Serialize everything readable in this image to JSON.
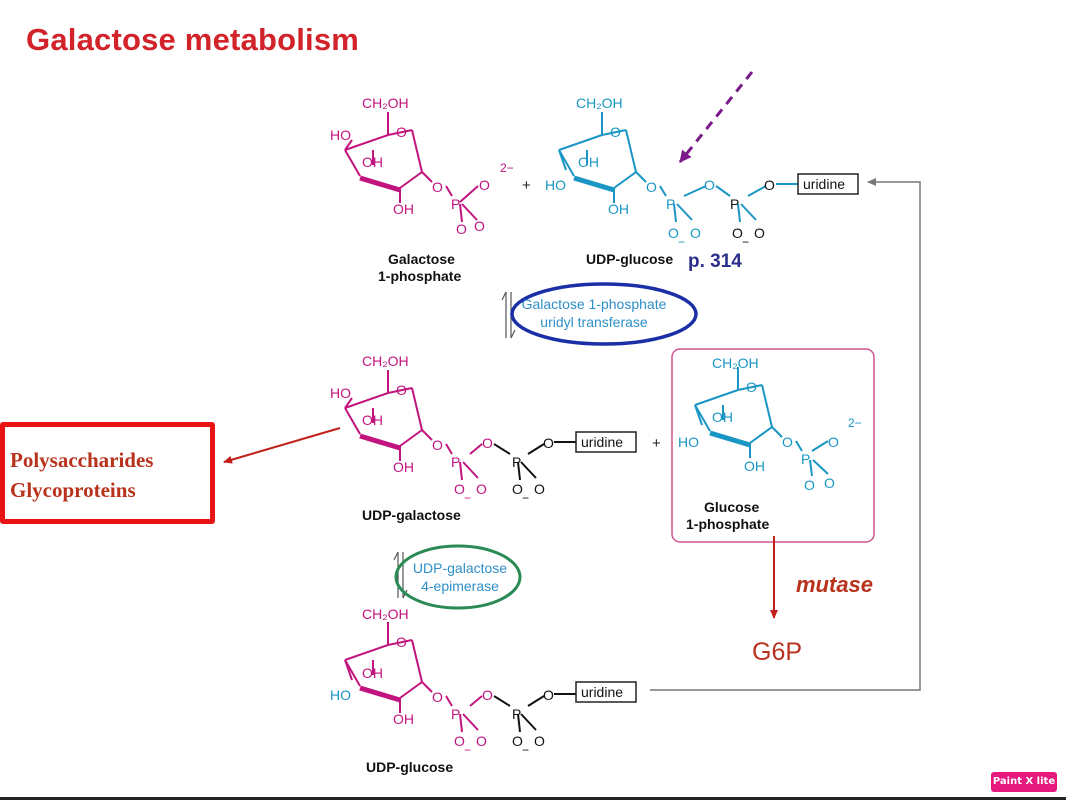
{
  "title": "Galactose metabolism",
  "page_ref": "p. 314",
  "molecules": {
    "galactose_1p": {
      "name_line1": "Galactose",
      "name_line2": "1-phosphate"
    },
    "udp_glucose_top": {
      "name": "UDP-glucose"
    },
    "udp_galactose": {
      "name": "UDP-galactose"
    },
    "glucose_1p": {
      "name_line1": "Glucose",
      "name_line2": "1-phosphate"
    },
    "udp_glucose_bottom": {
      "name": "UDP-glucose"
    }
  },
  "groups": {
    "ch2oh": "CH₂OH",
    "ho": "HO",
    "oh": "OH",
    "ring_o": "O",
    "p": "P",
    "o": "O",
    "o_minus": "O⁻",
    "minus": "−",
    "charge_2minus": "2−",
    "plus": "+",
    "uridine": "uridine"
  },
  "enzymes": {
    "transferase_line1": "Galactose 1-phosphate",
    "transferase_line2": "uridyl transferase",
    "epimerase_line1": "UDP-galactose",
    "epimerase_line2": "4-epimerase"
  },
  "side_products": {
    "line1": "Polysaccharides",
    "line2": "Glycoproteins"
  },
  "mutase_label": "mutase",
  "g6p_label": "G6P",
  "badge": "Paint X lite",
  "colors": {
    "title": "#d2232a",
    "galactose_magenta": "#c1147e",
    "glucose_cyan": "#1a96c4",
    "arrow_red": "#c0201a",
    "enzyme_text": "#2f8fc8",
    "ellipse_blue": "#1a2fa5",
    "ellipse_green": "#2a8a55",
    "box_border": "#d0548e",
    "dashed_arrow": "#7a1a8a",
    "mutase_text": "#b8321c",
    "page_ref": "#2a2f8a"
  }
}
